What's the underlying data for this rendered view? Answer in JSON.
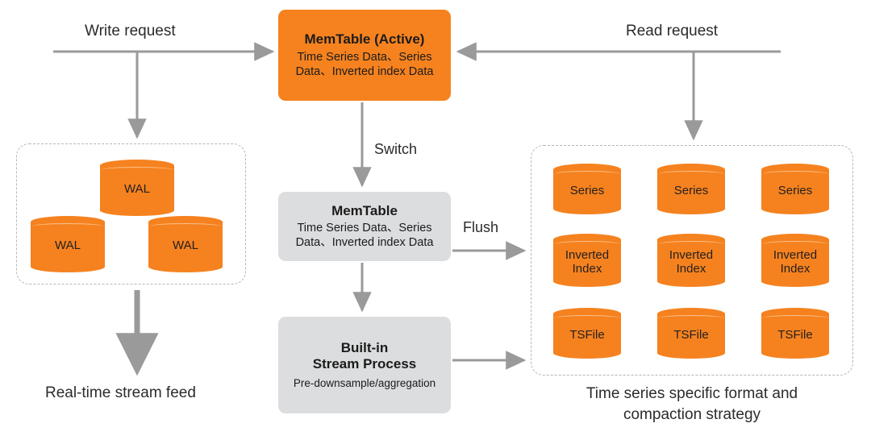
{
  "diagram": {
    "title": "Time series database write/read path architecture",
    "colors": {
      "orange": "#F5821F",
      "grey_box": "#DCDDDF",
      "arrow": "#9a9a9a",
      "dashed_border": "#b6b6b6",
      "text": "#2b2b2b"
    }
  },
  "nodes": {
    "memtable_active": {
      "title": "MemTable (Active)",
      "line1": "Time Series Data、Series",
      "line2": "Data、Inverted index Data"
    },
    "memtable": {
      "title": "MemTable",
      "line1": "Time Series Data、Series",
      "line2": "Data、Inverted index Data"
    },
    "stream_process": {
      "title_line1": "Built-in",
      "title_line2": "Stream Process",
      "subtitle": "Pre-downsample/aggregation"
    }
  },
  "labels": {
    "write_request": "Write request",
    "read_request": "Read request",
    "switch": "Switch",
    "flush": "Flush",
    "stream_feed": "Real-time stream feed",
    "storage_caption_line1": "Time series specific format and",
    "storage_caption_line2": "compaction strategy"
  },
  "wal_region": {
    "cylinders": [
      {
        "label": "WAL"
      },
      {
        "label": "WAL"
      },
      {
        "label": "WAL"
      }
    ]
  },
  "storage_region": {
    "rows": [
      {
        "cells": [
          {
            "label": "Series"
          },
          {
            "label": "Series"
          },
          {
            "label": "Series"
          }
        ]
      },
      {
        "cells": [
          {
            "label": "Inverted\nIndex"
          },
          {
            "label": "Inverted\nIndex"
          },
          {
            "label": "Inverted\nIndex"
          }
        ]
      },
      {
        "cells": [
          {
            "label": "TSFile"
          },
          {
            "label": "TSFile"
          },
          {
            "label": "TSFile"
          }
        ]
      }
    ]
  }
}
